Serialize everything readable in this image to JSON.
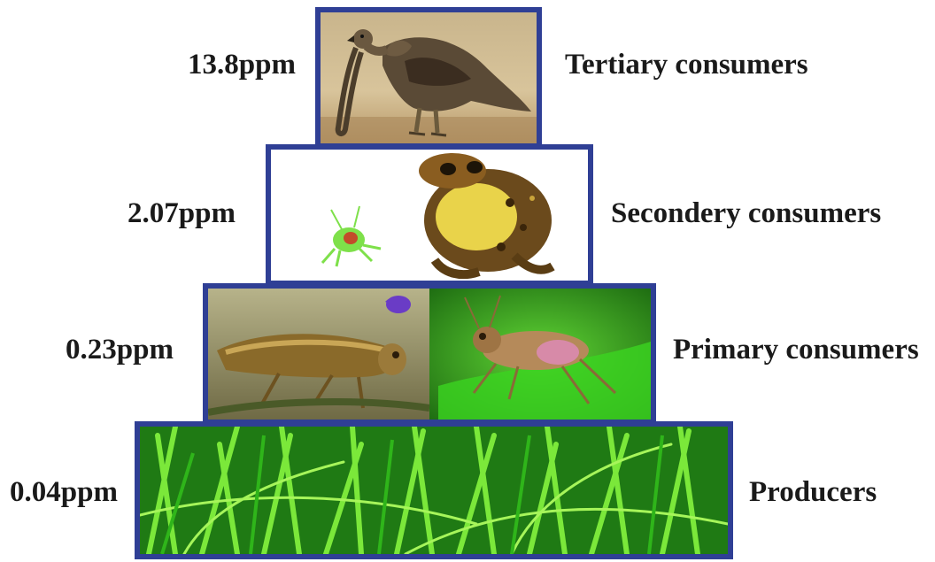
{
  "levels": [
    {
      "ppm": "13.8ppm",
      "name": "Tertiary consumers"
    },
    {
      "ppm": "2.07ppm",
      "name": "Secondery consumers"
    },
    {
      "ppm": "0.23ppm",
      "name": "Primary consumers"
    },
    {
      "ppm": "0.04ppm",
      "name": "Producers"
    }
  ],
  "colors": {
    "frame": "#2f3f95",
    "text": "#1a1a1a",
    "grass_light": "#7be83a",
    "grass_dark": "#1f7a14"
  },
  "icons": [
    "hawk-image",
    "grasshopper-image",
    "toad-image",
    "grass-image"
  ]
}
